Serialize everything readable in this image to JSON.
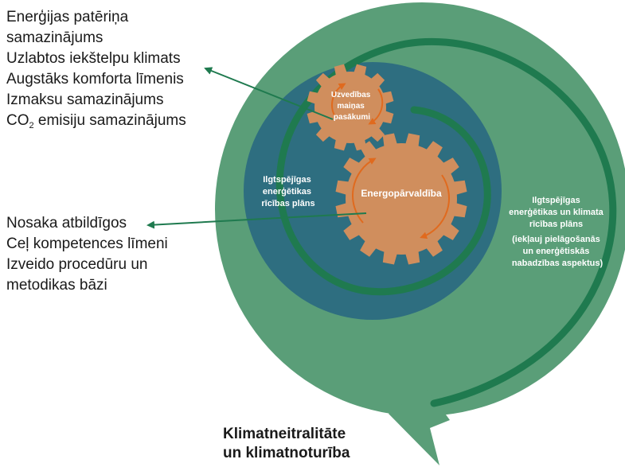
{
  "top_list": {
    "lines": [
      "Enerģijas patēriņa",
      "samazinājums",
      "Uzlabtos iekštelpu klimats",
      "Augstāks komforta līmenis",
      "Izmaksu samazinājums"
    ],
    "co2_prefix": "CO",
    "co2_sub": "2",
    "co2_suffix": " emisiju samazinājums"
  },
  "mid_list": {
    "lines": [
      "Nosaka atbildīgos",
      "Ceļ kompetences līmeni",
      "Izveido procedūru un",
      "metodikas bāzi"
    ]
  },
  "bottom_label": {
    "line1": "Klimatneitralitāte",
    "line2": "un klimatnoturība"
  },
  "small_gear": {
    "line1": "Uzvedības",
    "line2": "maiņas",
    "line3": "pasākumi"
  },
  "big_gear": {
    "label": "Energopārvaldība"
  },
  "inner_circle": {
    "line1": "Ilgtspējīgas",
    "line2": "enerģētikas",
    "line3": "rīcības plāns"
  },
  "outer_circle": {
    "line1": "Ilgtspējīgas",
    "line2": "enerģētikas un klimata",
    "line3": "rīcības plāns",
    "line4": "(iekļauj pielāgošanās",
    "line5": "un enerģētiskās",
    "line6": "nabadzības aspektus)"
  },
  "colors": {
    "outer_circle": "#5a9e78",
    "inner_circle": "#2e6e80",
    "spiral": "#1f7a4f",
    "gear": "#d08e5d",
    "gear_arrow": "#e06a1e",
    "pointer_arrow": "#1f7a4f",
    "text_dark": "#1a1a1a",
    "text_light": "#ffffff"
  }
}
